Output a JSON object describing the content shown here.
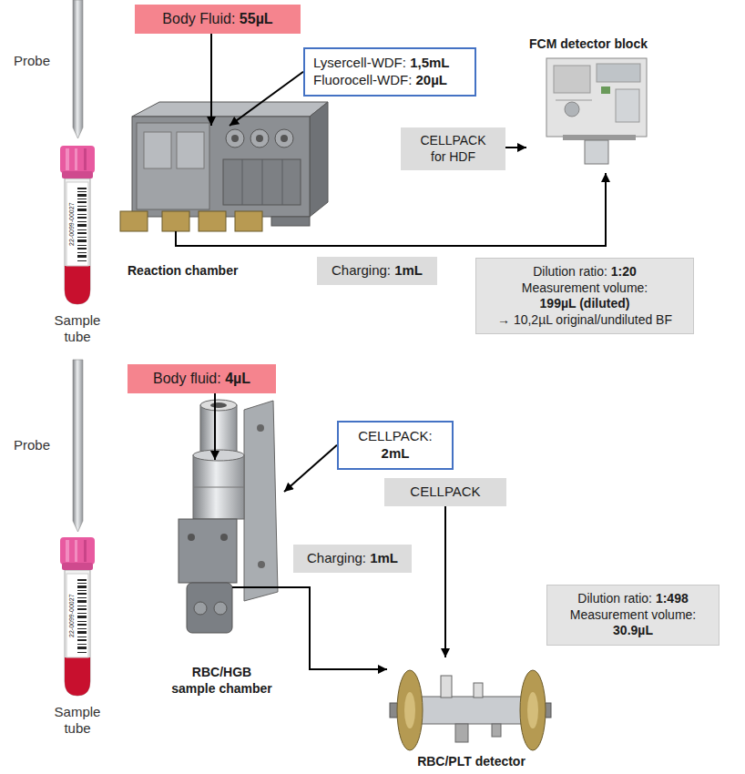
{
  "diagram": {
    "nodes": [
      {
        "text": [
          "Body Fluid: 55µL"
        ]
      },
      {
        "text": [
          "Lysercell-WDF: 1,5mL",
          "Fluorocell-WDF: 20µL"
        ]
      },
      {
        "text": [
          "FCM detector block"
        ]
      },
      {
        "text": [
          "Reaction chamber"
        ]
      },
      {
        "text": [
          "CELLPACK for HDF"
        ]
      },
      {
        "text": [
          "Charging: 1mL"
        ]
      },
      {
        "text": [
          "Dilution ratio: 1:20",
          "Measurement volume: 199µL (diluted)",
          "→ 10,2µL original/undiluted BF"
        ]
      },
      {
        "text": [
          "Body fluid: 4µL"
        ]
      },
      {
        "text": [
          "CELLPACK: 2mL"
        ]
      },
      {
        "text": [
          "CELLPACK"
        ]
      },
      {
        "text": [
          "RBC/HGB sample chamber"
        ]
      },
      {
        "text": [
          "Charging: 1mL"
        ]
      },
      {
        "text": [
          "Dilution ratio: 1:498",
          "Measurement volume: 30.9µL"
        ]
      },
      {
        "text": [
          "RBC/PLT detector"
        ]
      }
    ],
    "edges": [
      {
        "from": 0,
        "to": 3,
        "arrow": "to"
      },
      {
        "from": 1,
        "to": 3,
        "arrow": "to"
      },
      {
        "from": 3,
        "to": 2,
        "arrow": "to"
      },
      {
        "from": 4,
        "to": 2,
        "arrow": "to"
      },
      {
        "from": 7,
        "to": 10,
        "arrow": "to"
      },
      {
        "from": 8,
        "to": 10,
        "arrow": "to"
      },
      {
        "from": 10,
        "to": 13,
        "arrow": "to"
      },
      {
        "from": 9,
        "to": 13,
        "arrow": "to"
      }
    ],
    "labels": [
      "Probe",
      "Sample tube",
      "22-0099-00027",
      "Probe",
      "Sample tube",
      "22-0099-00027"
    ]
  }
}
